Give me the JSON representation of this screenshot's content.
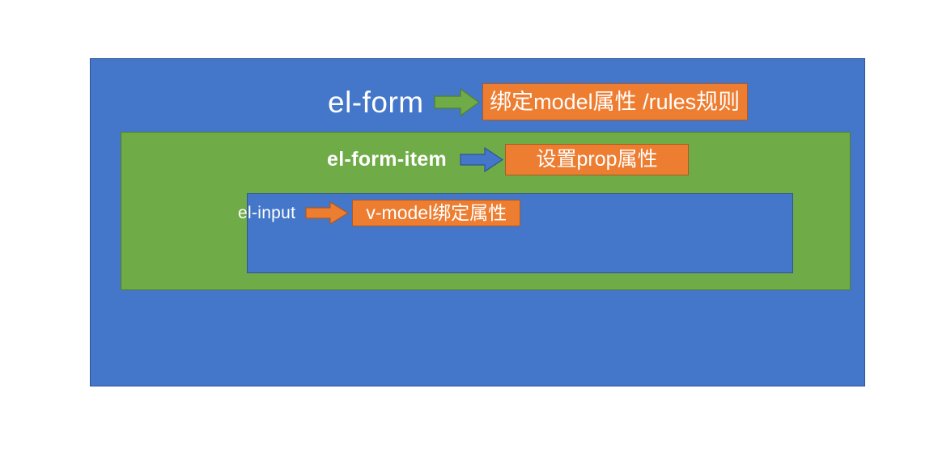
{
  "diagram": {
    "title": "element-ui form component structure",
    "colors": {
      "blue": "#4477c9",
      "blue_border": "#2f5496",
      "green": "#6fab46",
      "green_border": "#507e32",
      "orange": "#ed7d31",
      "orange_border": "#ae5a21",
      "text": "#ffffff",
      "background": "#ffffff"
    },
    "rows": [
      {
        "label": "el-form",
        "arrow_icon": "arrow-right-icon",
        "arrow_color": "#6fab46",
        "callout": "绑定model属性 /rules规则"
      },
      {
        "label": "el-form-item",
        "arrow_icon": "arrow-right-icon",
        "arrow_color": "#4477c9",
        "callout": "设置prop属性"
      },
      {
        "label": "el-input",
        "arrow_icon": "arrow-right-icon",
        "arrow_color": "#ed7d31",
        "callout": "v-model绑定属性"
      }
    ]
  }
}
